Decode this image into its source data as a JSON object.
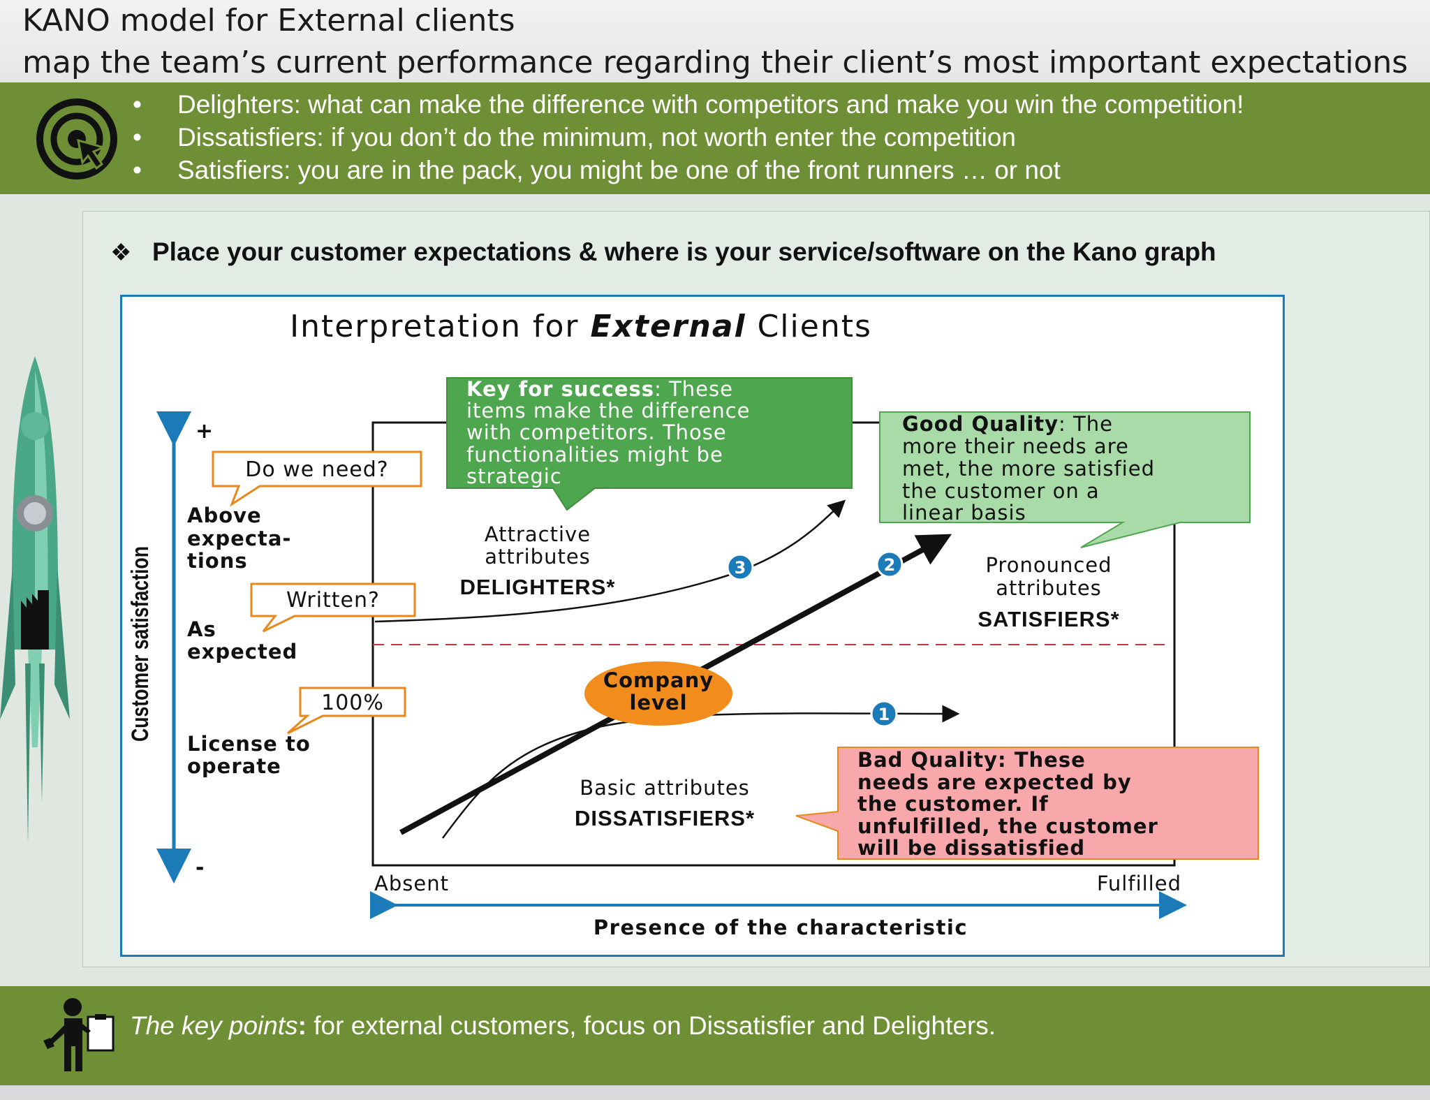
{
  "header": {
    "title": "KANO model for External clients",
    "subtitle": "map the team’s current performance regarding their client’s most important expectations"
  },
  "bullets": [
    "Delighters: what can make the difference with competitors and make you win the competition!",
    "Dissatisfiers: if you don’t do the minimum, not worth enter the competition",
    "Satisfiers: you are in the pack, you might be one of the front runners … or not"
  ],
  "instruction": "Place your customer expectations & where is your service/software on the Kano graph",
  "instruction_marker": "❖",
  "diagram": {
    "title_pre": "Interpretation for ",
    "title_em": "External",
    "title_post": " Clients",
    "y_axis_label": "Customer satisfaction",
    "y_plus": "+",
    "y_minus": "-",
    "levels": {
      "above_1": "Above",
      "above_2": "expecta-",
      "above_3": "tions",
      "expected_1": "As",
      "expected_2": "expected",
      "license_1": "License to",
      "license_2": "operate"
    },
    "callouts": {
      "do_we_need": "Do we need?",
      "written": "Written?",
      "hundred": "100%"
    },
    "key_success": {
      "bold": "Key for success",
      "l1": ": These",
      "l2": "items make the difference",
      "l3": "with competitors. Those",
      "l4": "functionalities might be",
      "l5": "strategic"
    },
    "good_quality": {
      "bold": "Good Quality",
      "l1": ": The",
      "l2": "more their needs are",
      "l3": "met, the more satisfied",
      "l4": "the customer on a",
      "l5": "linear basis"
    },
    "bad_quality": {
      "l1": "Bad Quality: These",
      "l2": "needs are expected by",
      "l3": "the customer. If",
      "l4": "unfulfilled, the customer",
      "l5": "will be dissatisfied"
    },
    "attractive_1": "Attractive",
    "attractive_2": "attributes",
    "delighters": "DELIGHTERS*",
    "pronounced_1": "Pronounced",
    "pronounced_2": "attributes",
    "satisfiers": "SATISFIERS*",
    "basic": "Basic attributes",
    "dissatisfiers": "DISSATISFIERS*",
    "company_1": "Company",
    "company_2": "level",
    "marker_1": "1",
    "marker_2": "2",
    "marker_3": "3",
    "x_absent": "Absent",
    "x_fulfilled": "Fulfilled",
    "x_axis_label": "Presence of the characteristic"
  },
  "footer": {
    "label": "The key points",
    "colon": ":",
    "text": " for external customers, focus on Dissatisfier and Delighters."
  },
  "colors": {
    "band_green": "#6e8f35",
    "frame_blue": "#1b7bb9",
    "key_green": "#4ea64e",
    "good_green": "#a9dba9",
    "bad_pink": "#f8a8ab",
    "company_orange": "#f28c1c"
  }
}
